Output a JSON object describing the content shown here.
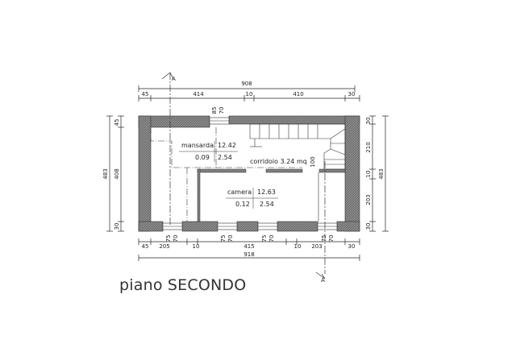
{
  "title": "piano SECONDO",
  "section_marker": "A",
  "dims_top": {
    "overall": "908",
    "segments": [
      "45",
      "414",
      "10",
      "410",
      "30"
    ]
  },
  "dims_bottom": {
    "overall": "918",
    "segments": [
      "45",
      "205",
      "10",
      "415",
      "10",
      "203",
      "30"
    ]
  },
  "dims_left": {
    "overall": "483",
    "segments": [
      "45",
      "408",
      "30"
    ]
  },
  "dims_right": {
    "overall": "483",
    "segments": [
      "30",
      "210",
      "10",
      "203",
      "30"
    ]
  },
  "window_dims": {
    "top": [
      "85",
      "70"
    ],
    "bottom": [
      [
        "75",
        "70"
      ],
      [
        "75",
        "70"
      ],
      [
        "75",
        "70"
      ],
      [
        "75",
        "70"
      ]
    ],
    "stair": "100"
  },
  "rooms": [
    {
      "name": "mansarda",
      "area": "12.42",
      "ratio": "0.09",
      "height": "2.54"
    },
    {
      "name": "camera",
      "area": "12.63",
      "ratio": "0.12",
      "height": "2.54"
    }
  ],
  "corridor": "corridoio 3.24 mq"
}
